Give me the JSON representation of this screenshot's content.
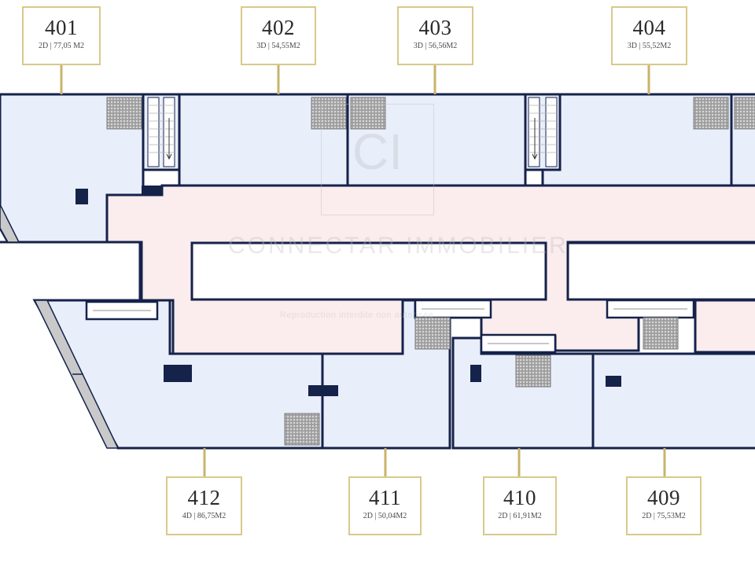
{
  "colors": {
    "wall": "#15224a",
    "unit_fill": "#e9eefb",
    "corridor_fill": "#fbeced",
    "void_fill": "#ffffff",
    "label_border": "#d9c98a",
    "leader": "#c9b46b",
    "radiator": "#8a8a8a",
    "glazing": "#c9c9c9"
  },
  "units": [
    {
      "number": "401",
      "info": "2D | 77,05 M2"
    },
    {
      "number": "402",
      "info": "3D | 54,55M2"
    },
    {
      "number": "403",
      "info": "3D | 56,56M2"
    },
    {
      "number": "404",
      "info": "3D | 55,52M2"
    },
    {
      "number": "412",
      "info": "4D | 86,75M2"
    },
    {
      "number": "411",
      "info": "2D | 50,04M2"
    },
    {
      "number": "410",
      "info": "2D | 61,91M2"
    },
    {
      "number": "409",
      "info": "2D | 75,53M2"
    }
  ],
  "watermark": {
    "logo": "CI",
    "brand": "CONNECTAR IMMOBILIER",
    "subtitle": "Reproduction interdite non autorisée"
  }
}
